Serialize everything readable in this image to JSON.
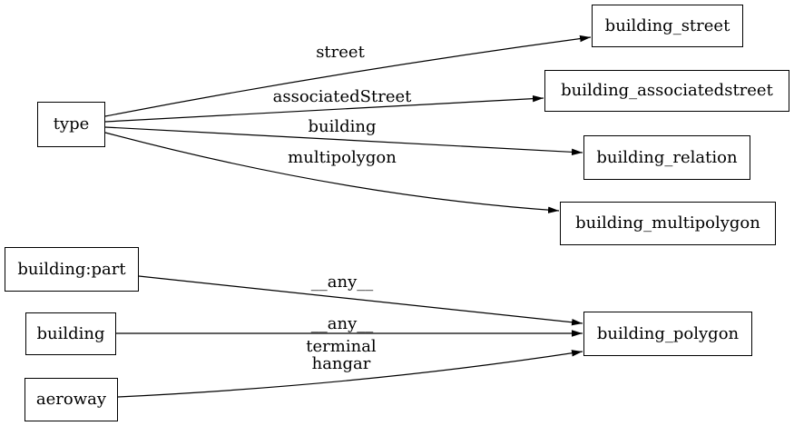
{
  "diagram": {
    "colors": {
      "background": "#ffffff",
      "node_border": "#000000",
      "text": "#000000",
      "edge": "#000000"
    },
    "nodes": [
      {
        "id": "type",
        "label": "type"
      },
      {
        "id": "building_street",
        "label": "building_street"
      },
      {
        "id": "building_associatedstreet",
        "label": "building_associatedstreet"
      },
      {
        "id": "building_relation",
        "label": "building_relation"
      },
      {
        "id": "building_multipolygon",
        "label": "building_multipolygon"
      },
      {
        "id": "building:part",
        "label": "building:part"
      },
      {
        "id": "building",
        "label": "building"
      },
      {
        "id": "aeroway",
        "label": "aeroway"
      },
      {
        "id": "building_polygon",
        "label": "building_polygon"
      }
    ],
    "edges": [
      {
        "from": "type",
        "to": "building_street",
        "label": "street"
      },
      {
        "from": "type",
        "to": "building_associatedstreet",
        "label": "associatedStreet"
      },
      {
        "from": "type",
        "to": "building_relation",
        "label": "building"
      },
      {
        "from": "type",
        "to": "building_multipolygon",
        "label": "multipolygon"
      },
      {
        "from": "building:part",
        "to": "building_polygon",
        "label": "__any__"
      },
      {
        "from": "building",
        "to": "building_polygon",
        "label": "__any__"
      },
      {
        "from": "aeroway",
        "to": "building_polygon",
        "labels": [
          "terminal",
          "hangar"
        ]
      }
    ]
  }
}
